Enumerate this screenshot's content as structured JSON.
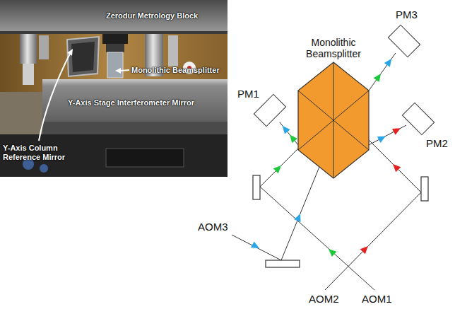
{
  "diagram": {
    "nodes": [
      {
        "text": [
          "PM3"
        ]
      },
      {
        "text": [
          "Monolithic Beamsplitter"
        ]
      },
      {
        "text": [
          "PM1"
        ]
      },
      {
        "text": [
          "PM2"
        ]
      }
    ],
    "edges": [
      {
        "from": 1,
        "to": 2,
        "arrow": "to"
      },
      {
        "from": 1,
        "to": 3,
        "arrow": "to"
      },
      {
        "from": 1,
        "to": 0,
        "arrow": "to"
      }
    ],
    "labels": [
      "Zerodur Metrology Block",
      "Monolithic Beamsplitter",
      "Y-Axis Stage Interferometer Mirror",
      "Y-Axis Column Reference Mirror",
      "AOM3",
      "AOM2",
      "AOM1"
    ]
  }
}
